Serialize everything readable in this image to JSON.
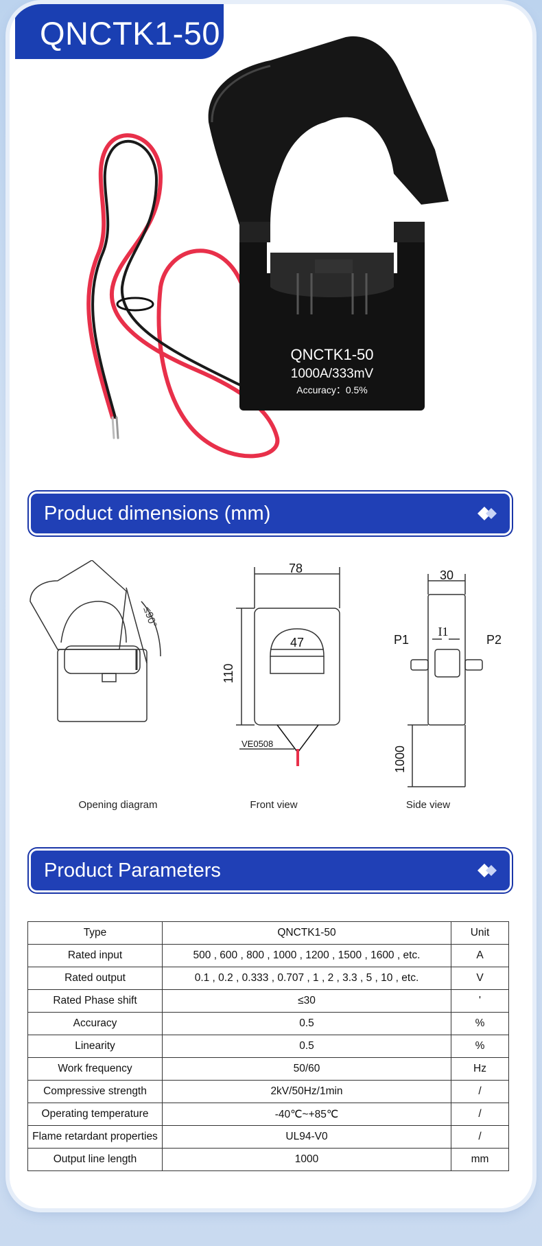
{
  "header": {
    "title": "QNCTK1-50"
  },
  "product_label": {
    "model": "QNCTK1-50",
    "rating": "1000A/333mV",
    "accuracy": "Accuracy：0.5%"
  },
  "sections": {
    "dimensions_title": "Product dimensions (mm)",
    "parameters_title": "Product Parameters"
  },
  "diagrams": {
    "opening": {
      "caption": "Opening diagram",
      "angle": "≤90°"
    },
    "front": {
      "caption": "Front view",
      "width": "78",
      "hole": "47",
      "height": "110",
      "wire": "VE0508"
    },
    "side": {
      "caption": "Side view",
      "depth": "30",
      "p1": "P1",
      "p2": "P2",
      "current": "I1",
      "lead": "1000"
    }
  },
  "params": {
    "header": [
      "Type",
      "QNCTK1-50",
      "Unit"
    ],
    "rows": [
      [
        "Rated input",
        "500 , 600 , 800 , 1000 , 1200 , 1500 , 1600 , etc.",
        "A"
      ],
      [
        "Rated output",
        "0.1 , 0.2 , 0.333 , 0.707 , 1 , 2 , 3.3 , 5 , 10 , etc.",
        "V"
      ],
      [
        "Rated Phase shift",
        "≤30",
        "'"
      ],
      [
        "Accuracy",
        "0.5",
        "%"
      ],
      [
        "Linearity",
        "0.5",
        "%"
      ],
      [
        "Work frequency",
        "50/60",
        "Hz"
      ],
      [
        "Compressive strength",
        "2kV/50Hz/1min",
        "/"
      ],
      [
        "Operating temperature",
        "-40℃~+85℃",
        "/"
      ],
      [
        "Flame retardant properties",
        "UL94-V0",
        "/"
      ],
      [
        "Output line length",
        "1000",
        "mm"
      ]
    ]
  },
  "colors": {
    "brand_blue": "#1a3fb2",
    "band_blue": "#2040b6",
    "wire_red": "#e8304a"
  }
}
